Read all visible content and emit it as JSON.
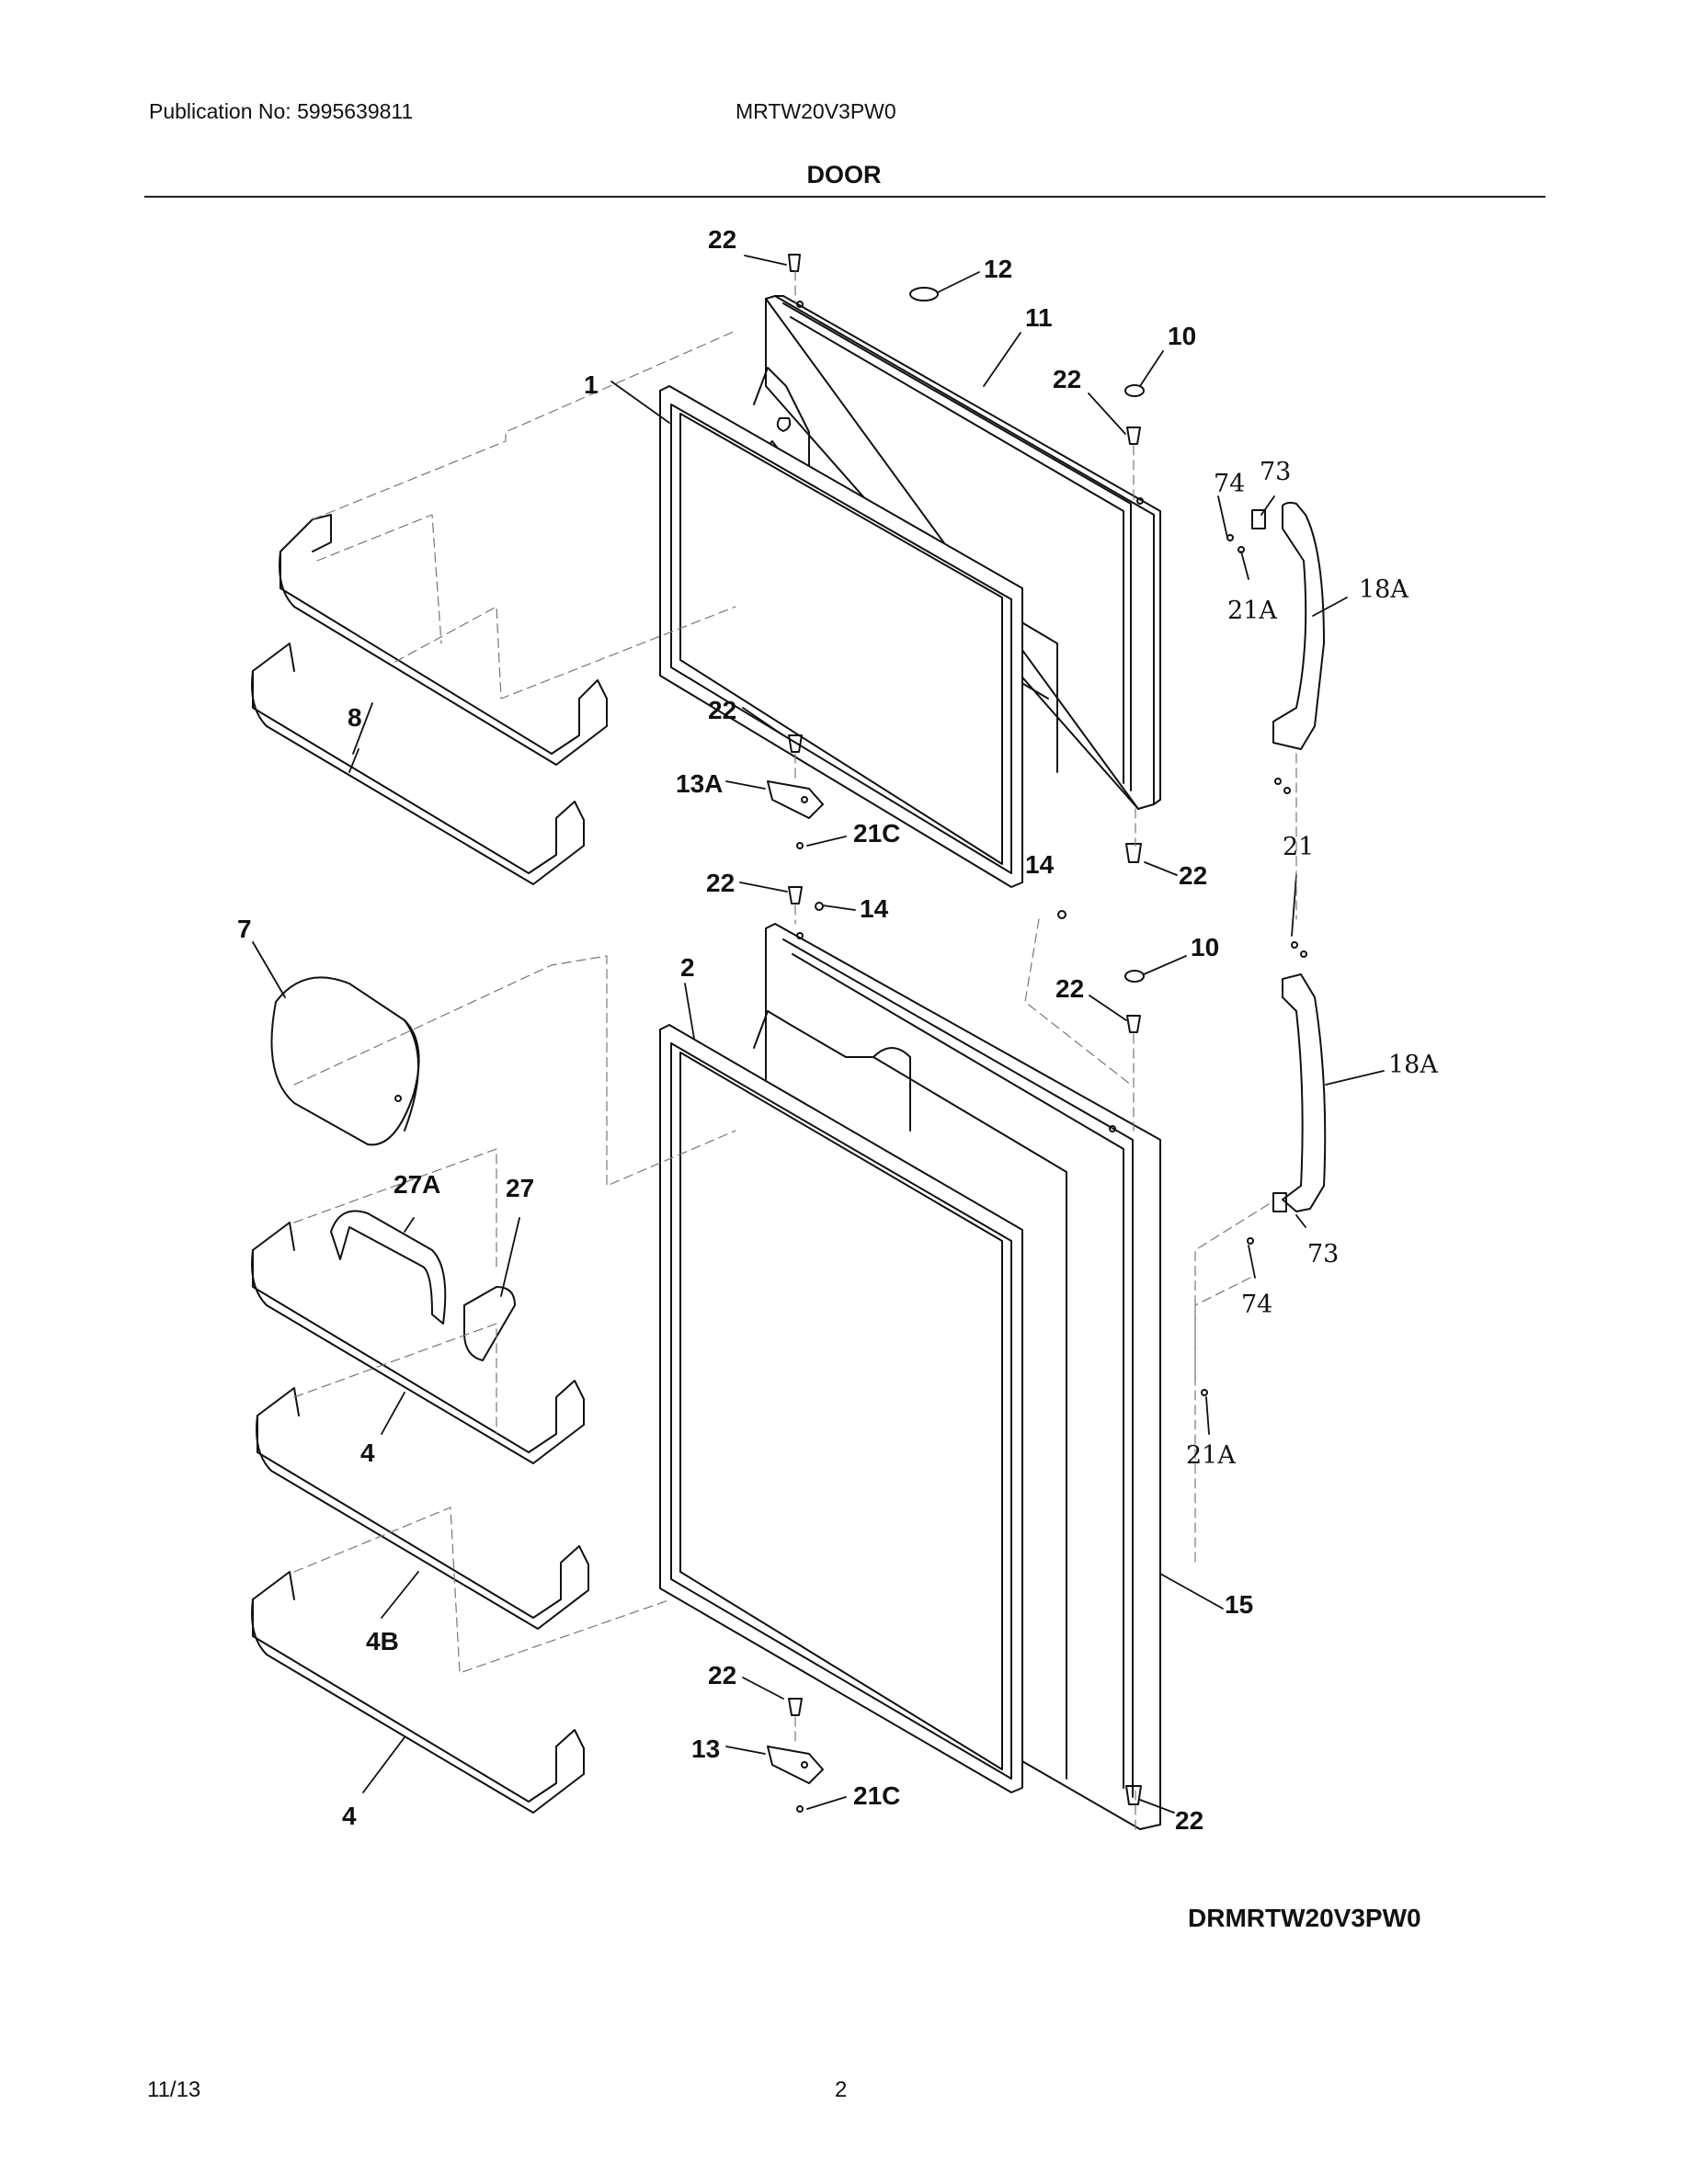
{
  "header": {
    "publication": "Publication No: 5995639811",
    "model": "MRTW20V3PW0",
    "section_title": "DOOR"
  },
  "diagram_code": "DRMRTW20V3PW0",
  "footer": {
    "date": "11/13",
    "page": "2"
  },
  "callouts": {
    "c1": "1",
    "c2": "2",
    "c4a": "4",
    "c4b": "4",
    "c4B": "4B",
    "c7": "7",
    "c8": "8",
    "c10a": "10",
    "c10b": "10",
    "c11": "11",
    "c12": "12",
    "c13": "13",
    "c13A": "13A",
    "c14a": "14",
    "c14b": "14",
    "c15": "15",
    "c18Aa": "18A",
    "c18Ab": "18A",
    "c21": "21",
    "c21Aa": "21A",
    "c21Ab": "21A",
    "c21Ca": "21C",
    "c21Cb": "21C",
    "c22a": "22",
    "c22b": "22",
    "c22c": "22",
    "c22d": "22",
    "c22e": "22",
    "c22f": "22",
    "c22g": "22",
    "c22h": "22",
    "c27": "27",
    "c27A": "27A",
    "c73a": "73",
    "c73b": "73",
    "c74a": "74",
    "c74b": "74"
  },
  "icons": {
    "freezer_door": "door-outline-icon",
    "fresh_door": "door-outline-icon",
    "gasket": "gasket-icon",
    "shelf": "door-shelf-icon",
    "handle": "handle-icon",
    "screw": "screw-icon",
    "hinge": "hinge-icon",
    "cover": "bin-cover-icon"
  },
  "colors": {
    "ink": "#111111",
    "paper": "#ffffff"
  }
}
